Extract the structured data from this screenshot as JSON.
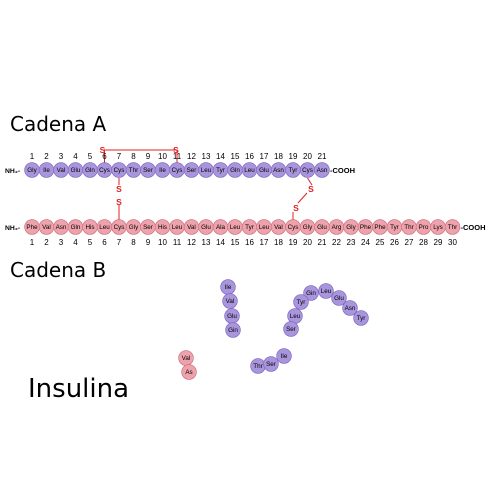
{
  "labels": {
    "chain_a": "Cadena A",
    "chain_b": "Cadena B",
    "title": "Insulina"
  },
  "terminals": {
    "amino": "NH₂-",
    "carboxyl": "-COOH",
    "sulfur": "S"
  },
  "colors": {
    "chain_a_fill": "#a995dc",
    "chain_a_stroke": "#7a62c0",
    "chain_b_fill": "#eea2ac",
    "chain_b_stroke": "#c76a78",
    "bond": "#e02020",
    "sulfur": "#e02020",
    "text": "#000000"
  },
  "chain_a": {
    "residues": [
      "Gly",
      "Ile",
      "Val",
      "Glu",
      "Gln",
      "Cys",
      "Cys",
      "Thr",
      "Ser",
      "Ile",
      "Cys",
      "Ser",
      "Leu",
      "Tyr",
      "Gln",
      "Leu",
      "Glu",
      "Asn",
      "Tyr",
      "Cys",
      "Asn"
    ],
    "numbers": [
      "1",
      "2",
      "3",
      "4",
      "5",
      "6",
      "7",
      "8",
      "9",
      "10",
      "11",
      "12",
      "13",
      "14",
      "15",
      "16",
      "17",
      "18",
      "19",
      "20",
      "21"
    ]
  },
  "chain_b": {
    "residues": [
      "Phe",
      "Val",
      "Asn",
      "Gln",
      "His",
      "Leu",
      "Cys",
      "Gly",
      "Ser",
      "His",
      "Leu",
      "Val",
      "Glu",
      "Ala",
      "Leu",
      "Tyr",
      "Leu",
      "Val",
      "Cys",
      "Gly",
      "Glu",
      "Arg",
      "Gly",
      "Phe",
      "Phe",
      "Tyr",
      "Thr",
      "Pro",
      "Lys",
      "Thr"
    ],
    "numbers": [
      "1",
      "2",
      "3",
      "4",
      "5",
      "6",
      "7",
      "8",
      "9",
      "10",
      "11",
      "12",
      "13",
      "14",
      "15",
      "16",
      "17",
      "18",
      "19",
      "20",
      "21",
      "22",
      "23",
      "24",
      "25",
      "26",
      "27",
      "28",
      "29",
      "30"
    ]
  },
  "scattered": [
    {
      "label": "Ile",
      "chain": "a"
    },
    {
      "label": "Val",
      "chain": "a"
    },
    {
      "label": "Glu",
      "chain": "a"
    },
    {
      "label": "Gin",
      "chain": "a"
    },
    {
      "label": "Gin",
      "chain": "a"
    },
    {
      "label": "Leu",
      "chain": "a"
    },
    {
      "label": "Tyr",
      "chain": "a"
    },
    {
      "label": "Glu",
      "chain": "a"
    },
    {
      "label": "Leu",
      "chain": "a"
    },
    {
      "label": "Asn",
      "chain": "a"
    },
    {
      "label": "Ser",
      "chain": "a"
    },
    {
      "label": "Tyr",
      "chain": "a"
    },
    {
      "label": "Ile",
      "chain": "a"
    },
    {
      "label": "Thr",
      "chain": "a"
    },
    {
      "label": "Ser",
      "chain": "a"
    },
    {
      "label": "Val",
      "chain": "b"
    },
    {
      "label": "As",
      "chain": "b"
    }
  ]
}
